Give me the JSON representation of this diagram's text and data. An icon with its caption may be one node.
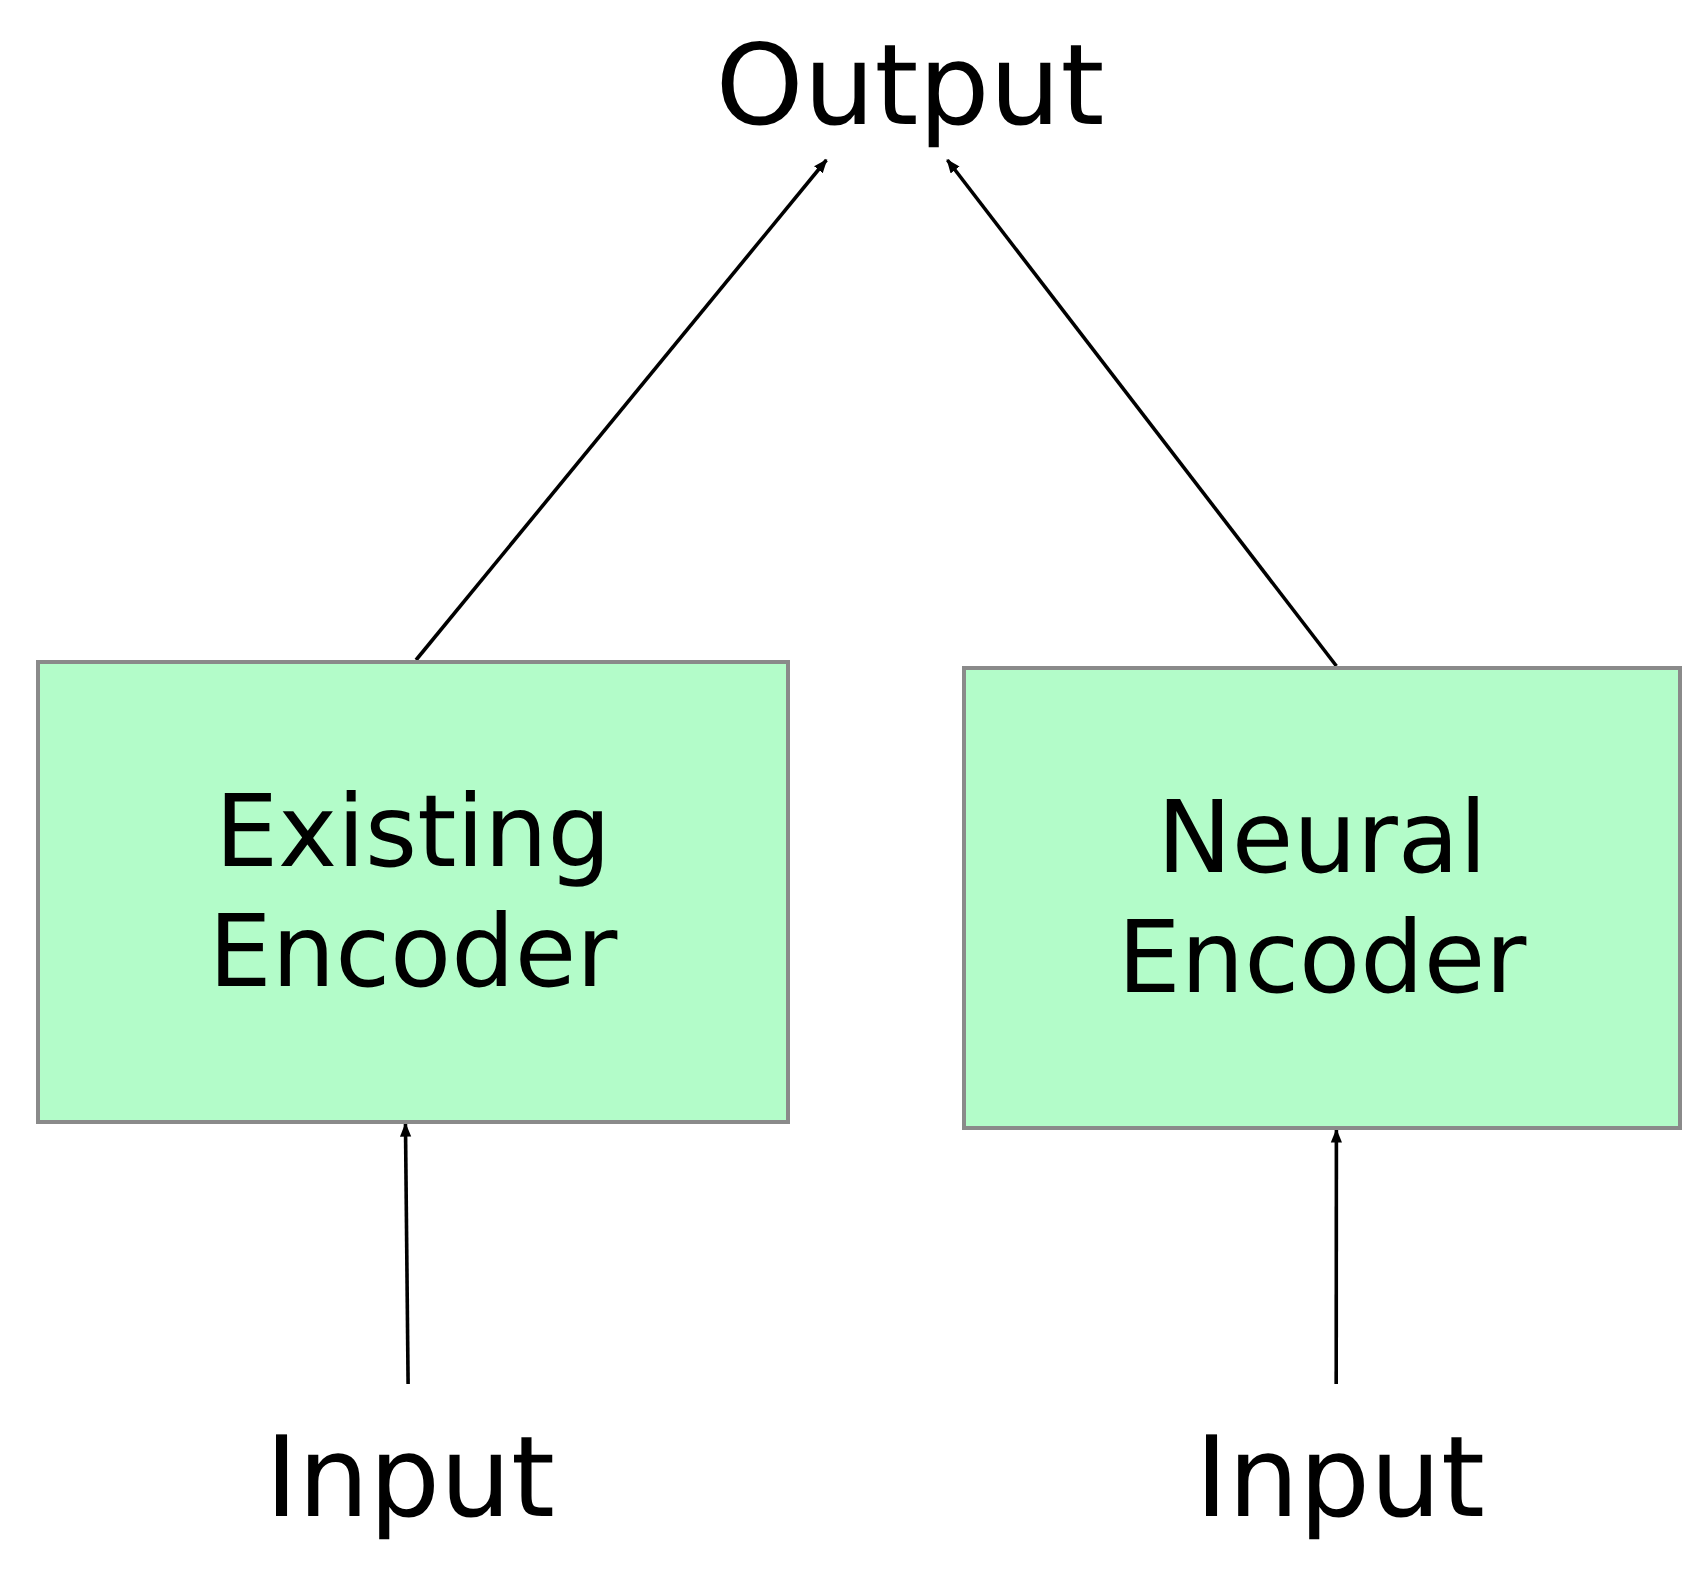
{
  "diagram": {
    "nodes": [
      {
        "text": [
          "Output"
        ]
      },
      {
        "text": [
          "Existing Encoder"
        ]
      },
      {
        "text": [
          "Neural Encoder"
        ]
      },
      {
        "text": [
          "Input"
        ]
      },
      {
        "text": [
          "Input"
        ]
      }
    ],
    "edges": [
      {
        "from": 1,
        "to": 0,
        "arrow": "to"
      },
      {
        "from": 2,
        "to": 0,
        "arrow": "to"
      },
      {
        "from": 3,
        "to": 1,
        "arrow": "to"
      },
      {
        "from": 4,
        "to": 2,
        "arrow": "to"
      }
    ]
  }
}
